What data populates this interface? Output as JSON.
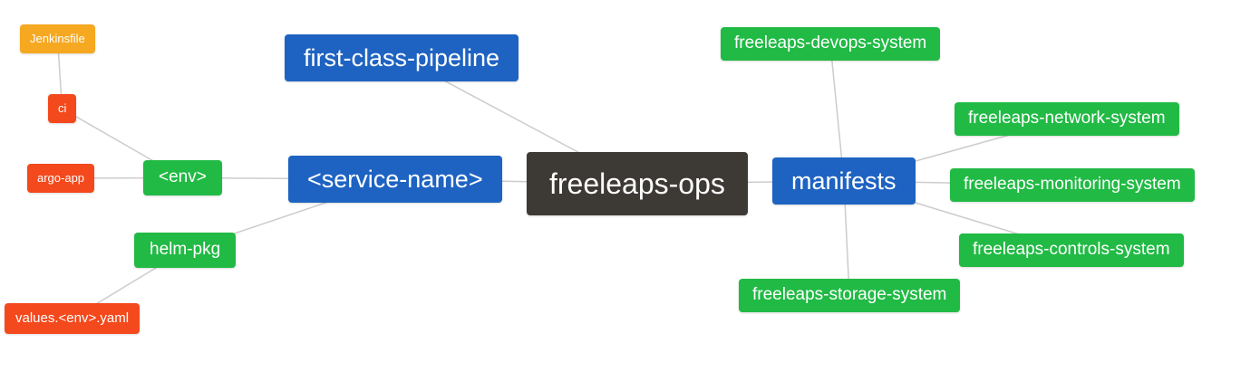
{
  "diagram": {
    "type": "mindmap",
    "root": "freeleaps-ops",
    "colors": {
      "blue": "#1e63c2",
      "green": "#21ba45",
      "orange": "#f4491d",
      "amber": "#f6a821",
      "dark": "#3d3935",
      "edge": "#cccccc",
      "background": "#ffffff"
    },
    "nodes": [
      {
        "id": "jenkinsfile",
        "label": "Jenkinsfile",
        "color": "amber"
      },
      {
        "id": "ci",
        "label": "ci",
        "color": "orange"
      },
      {
        "id": "argo-app",
        "label": "argo-app",
        "color": "orange"
      },
      {
        "id": "env",
        "label": "<env>",
        "color": "green"
      },
      {
        "id": "helm-pkg",
        "label": "helm-pkg",
        "color": "green"
      },
      {
        "id": "values-env-yaml",
        "label": "values.<env>.yaml",
        "color": "orange"
      },
      {
        "id": "first-class-pipeline",
        "label": "first-class-pipeline",
        "color": "blue"
      },
      {
        "id": "service-name",
        "label": "<service-name>",
        "color": "blue"
      },
      {
        "id": "freeleaps-ops",
        "label": "freeleaps-ops",
        "color": "dark"
      },
      {
        "id": "manifests",
        "label": "manifests",
        "color": "blue"
      },
      {
        "id": "freeleaps-devops-system",
        "label": "freeleaps-devops-system",
        "color": "green"
      },
      {
        "id": "freeleaps-network-system",
        "label": "freeleaps-network-system",
        "color": "green"
      },
      {
        "id": "freeleaps-monitoring-system",
        "label": "freeleaps-monitoring-system",
        "color": "green"
      },
      {
        "id": "freeleaps-controls-system",
        "label": "freeleaps-controls-system",
        "color": "green"
      },
      {
        "id": "freeleaps-storage-system",
        "label": "freeleaps-storage-system",
        "color": "green"
      }
    ],
    "edges": [
      [
        "jenkinsfile",
        "ci"
      ],
      [
        "ci",
        "env"
      ],
      [
        "argo-app",
        "env"
      ],
      [
        "env",
        "service-name"
      ],
      [
        "values-env-yaml",
        "helm-pkg"
      ],
      [
        "helm-pkg",
        "service-name"
      ],
      [
        "first-class-pipeline",
        "freeleaps-ops"
      ],
      [
        "service-name",
        "freeleaps-ops"
      ],
      [
        "freeleaps-ops",
        "manifests"
      ],
      [
        "manifests",
        "freeleaps-devops-system"
      ],
      [
        "manifests",
        "freeleaps-network-system"
      ],
      [
        "manifests",
        "freeleaps-monitoring-system"
      ],
      [
        "manifests",
        "freeleaps-controls-system"
      ],
      [
        "manifests",
        "freeleaps-storage-system"
      ]
    ]
  }
}
